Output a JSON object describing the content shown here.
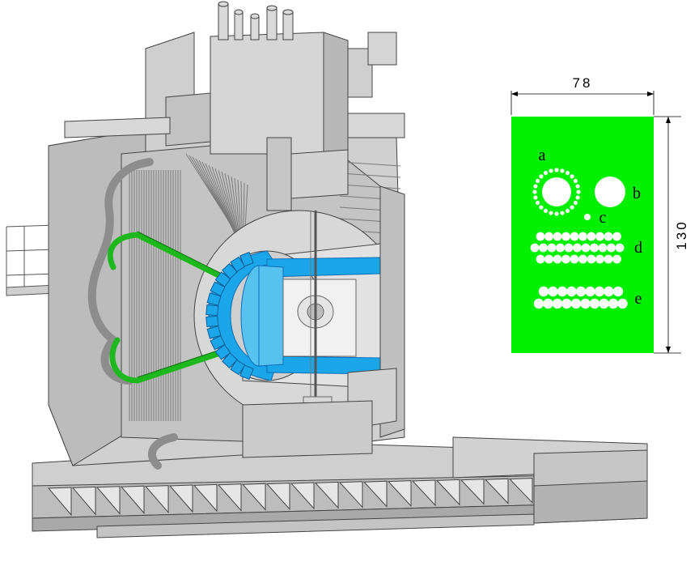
{
  "figure": {
    "detector_palette": {
      "steel": "#c9c9c9",
      "steel_dark": "#9a9a9a",
      "outline": "#444444",
      "cryo_pipes": "#1db81d",
      "inner_detector": "#1aa6e8",
      "inner_detector_dark": "#0d6fb8"
    },
    "cross_section": {
      "fill_color": "#00f000",
      "hole_color": "#ffffff",
      "width_dimension": "78",
      "height_dimension": "130",
      "labels": {
        "a": "a",
        "b": "b",
        "c": "c",
        "d": "d",
        "e": "e"
      },
      "row_d_counts": [
        10,
        11,
        10
      ],
      "row_e_counts": [
        9,
        10
      ]
    }
  }
}
